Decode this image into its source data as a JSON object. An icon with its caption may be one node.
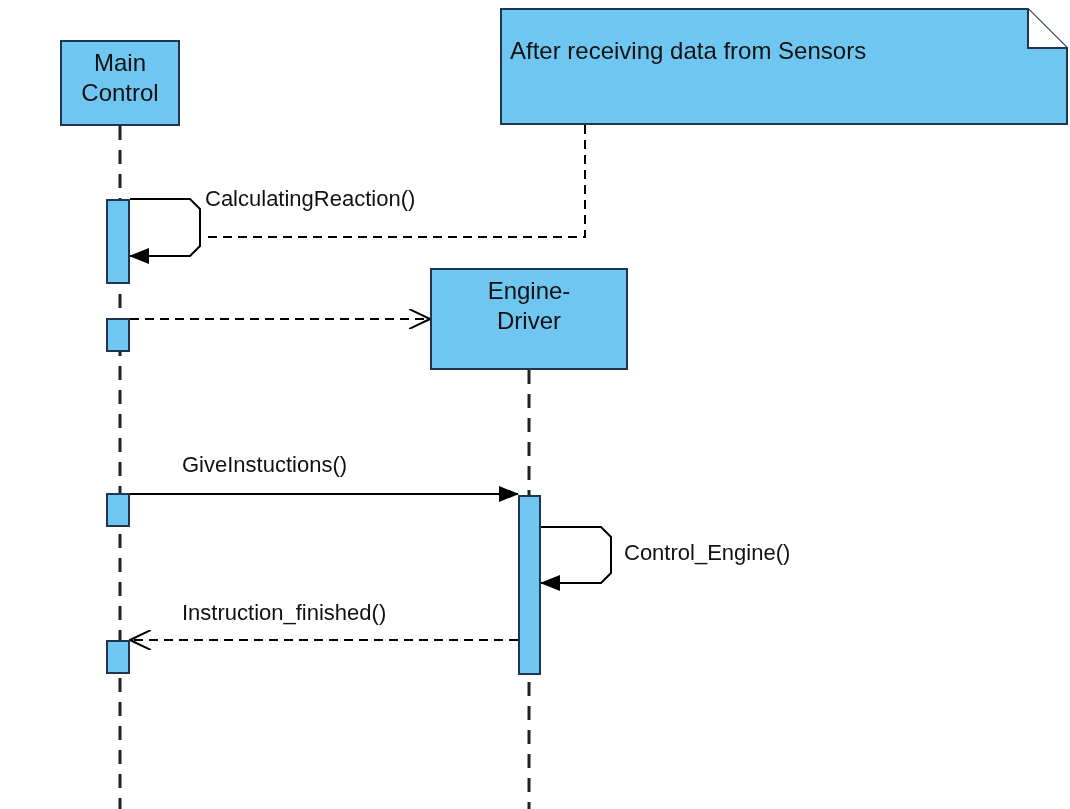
{
  "diagram": {
    "nodes": [
      {
        "text": [
          "Main Control"
        ]
      },
      {
        "text": [],
        "shape": "bar"
      },
      {
        "text": [],
        "shape": "bar"
      },
      {
        "text": [],
        "shape": "bar"
      },
      {
        "text": [],
        "shape": "bar"
      },
      {
        "text": [
          "Engine-Driver"
        ]
      },
      {
        "text": [],
        "shape": "bar"
      },
      {
        "text": [
          "After receiving data from Sensors"
        ]
      }
    ],
    "edges": [
      {
        "from": 1,
        "to": 1,
        "arrow": "to",
        "label": "CalculatingReaction()"
      },
      {
        "from": 7,
        "to": null,
        "arrow": "none",
        "style": "dashed"
      },
      {
        "from": 2,
        "to": 5,
        "arrow": "to",
        "style": "dashed"
      },
      {
        "from": 3,
        "to": 6,
        "arrow": "to",
        "label": "GiveInstuctions()"
      },
      {
        "from": 6,
        "to": 6,
        "arrow": "to",
        "label": "Control_Engine()"
      },
      {
        "from": 6,
        "to": 4,
        "arrow": "to",
        "style": "dashed",
        "label": "Instruction_finished()"
      }
    ]
  }
}
